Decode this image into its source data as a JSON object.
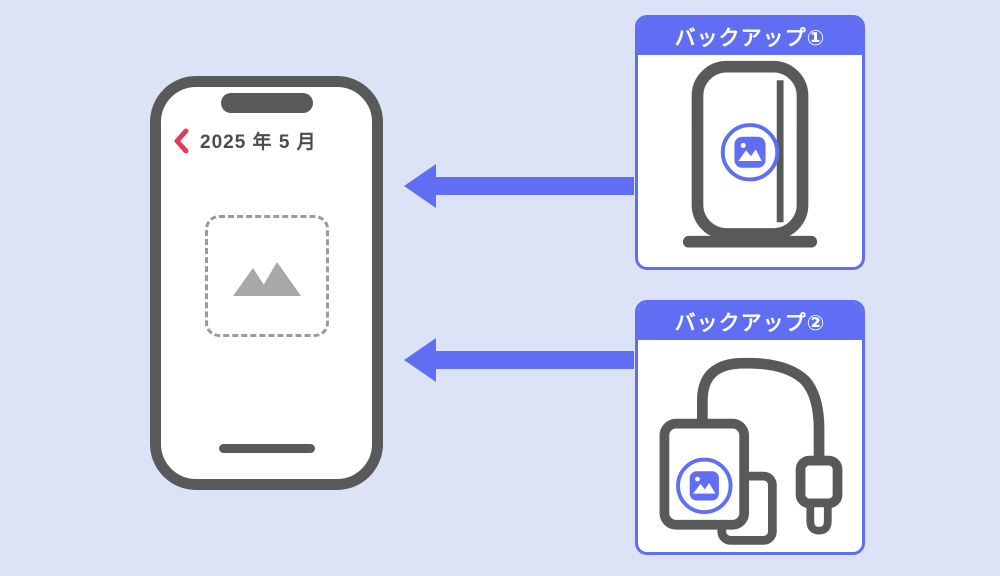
{
  "colors": {
    "background": "#dce3f7",
    "accent_blue": "#5f6ef2",
    "outline_gray": "#58595b",
    "placeholder_gray": "#a8a8a8",
    "back_chevron_red": "#e23b57"
  },
  "phone": {
    "date_label": "2025 年 5 月",
    "back_icon": "chevron-left",
    "photo_placeholder_icon": "image-mountains"
  },
  "cards": [
    {
      "title": "バックアップ①",
      "illustration": "portable-hdd-with-photo-badge"
    },
    {
      "title": "バックアップ②",
      "illustration": "sd-card-reader-cable-with-photo-badge"
    }
  ],
  "arrows": [
    {
      "from": "backup-card-1",
      "to": "phone",
      "direction": "left"
    },
    {
      "from": "backup-card-2",
      "to": "phone",
      "direction": "left"
    }
  ]
}
